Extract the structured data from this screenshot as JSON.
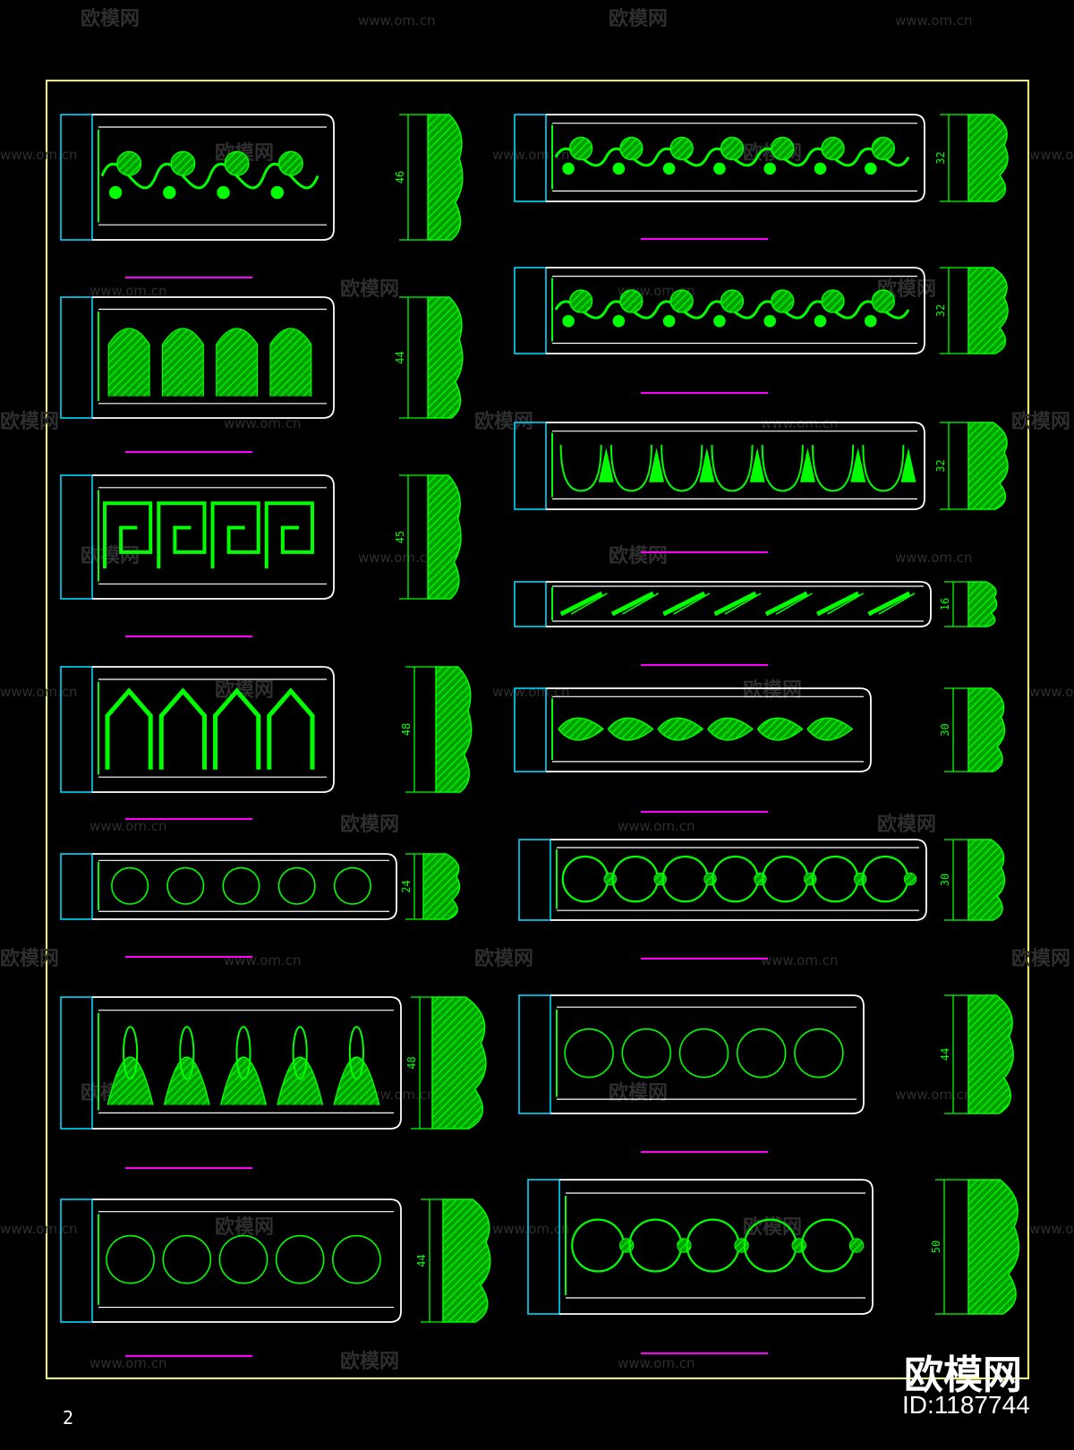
{
  "watermarks": {
    "url": "www.om.cn",
    "brand": "欧模网"
  },
  "branding": {
    "name": "欧模网",
    "id": "ID:1187744"
  },
  "page_number": "2",
  "colors": {
    "outline_white": "#ffffff",
    "ornament_green": "#00ff00",
    "dim_green": "#00ff00",
    "edge_cyan": "#00d8ff",
    "divider_magenta": "#ff00ff",
    "frame_yellow": "#ffff66"
  },
  "left_column": [
    {
      "name": "grape-vine-molding",
      "dimension": "46",
      "pattern": "vine"
    },
    {
      "name": "arched-niche-molding",
      "dimension": "44",
      "pattern": "arches"
    },
    {
      "name": "greek-key-molding",
      "dimension": "45",
      "pattern": "greek-key"
    },
    {
      "name": "gothic-arch-molding",
      "dimension": "48",
      "pattern": "gothic"
    },
    {
      "name": "bead-reel-molding",
      "dimension": "24",
      "pattern": "beads"
    },
    {
      "name": "acanthus-cornice",
      "dimension": "48",
      "pattern": "acanthus"
    },
    {
      "name": "plain-cornice-with-beads",
      "dimension": "44",
      "pattern": "cornice"
    }
  ],
  "right_column": [
    {
      "name": "grape-cluster-molding",
      "dimension": "32",
      "pattern": "vine"
    },
    {
      "name": "rose-scroll-molding",
      "dimension": "32",
      "pattern": "rose"
    },
    {
      "name": "egg-and-dart-molding",
      "dimension": "32",
      "pattern": "egg-dart"
    },
    {
      "name": "rope-twist-molding",
      "dimension": "16",
      "pattern": "rope"
    },
    {
      "name": "laurel-leaf-molding",
      "dimension": "30",
      "pattern": "laurel"
    },
    {
      "name": "guilloche-molding",
      "dimension": "30",
      "pattern": "guilloche"
    },
    {
      "name": "plain-cornice-with-bead-band",
      "dimension": "44",
      "pattern": "cornice"
    },
    {
      "name": "ring-and-rope-molding",
      "dimension": "50",
      "pattern": "rings"
    }
  ]
}
